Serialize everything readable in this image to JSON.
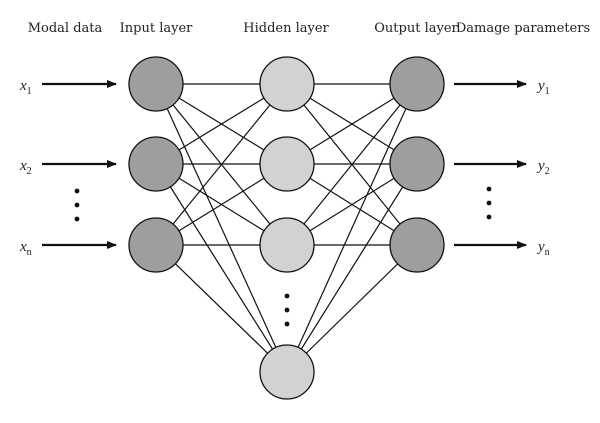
{
  "headers": {
    "modal_data": "Modal data",
    "input_layer": "Input layer",
    "hidden_layer": "Hidden layer",
    "output_layer": "Output layer",
    "damage_parameters": "Damage parameters"
  },
  "inputs": [
    {
      "var": "x",
      "sub": "1"
    },
    {
      "var": "x",
      "sub": "2"
    },
    {
      "var": "x",
      "sub": "n"
    }
  ],
  "outputs": [
    {
      "var": "y",
      "sub": "1"
    },
    {
      "var": "y",
      "sub": "2"
    },
    {
      "var": "y",
      "sub": "n"
    }
  ],
  "layers": {
    "input_nodes": 3,
    "hidden_nodes_shown": 4,
    "output_nodes": 3,
    "fully_connected": true
  },
  "colors": {
    "input_node_fill": "#9e9e9e",
    "hidden_node_fill": "#d2d2d2",
    "output_node_fill": "#9e9e9e",
    "line": "#111111",
    "background": "#ffffff"
  }
}
